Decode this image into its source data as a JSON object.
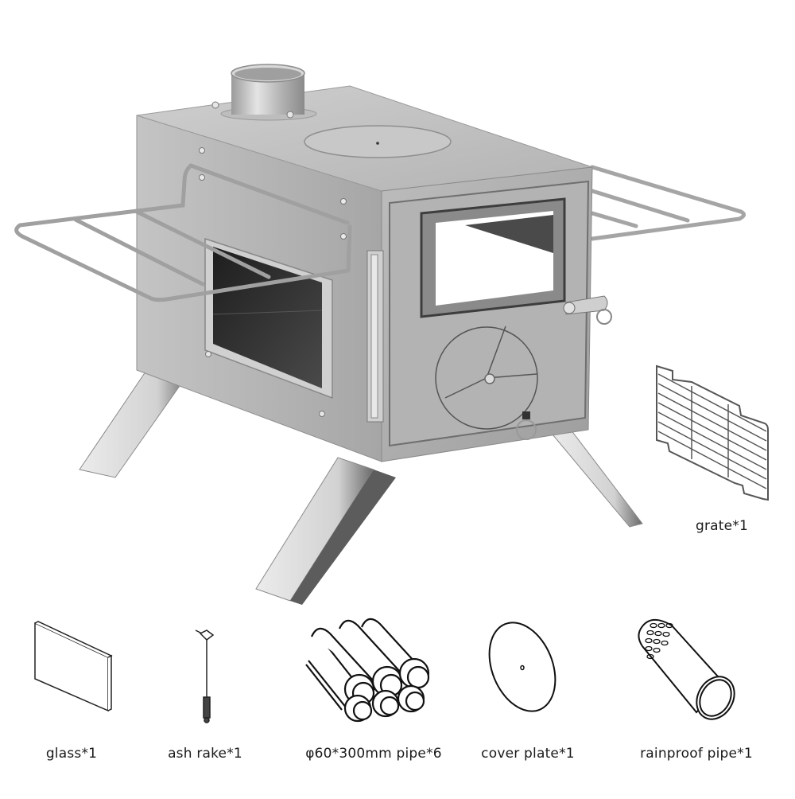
{
  "product": {
    "name": "tent stove",
    "parts": {
      "chimney_collar": "chimney-collar",
      "cooktop_lid": "cooktop-lid",
      "side_shelf_left": "side-shelf-rack",
      "side_shelf_right": "side-shelf-rack",
      "side_window": "side-glass-window",
      "door_window": "door-glass-window",
      "air_damper": "rotary-air-damper",
      "legs": 4
    }
  },
  "accessories": [
    {
      "id": "grate",
      "label": "grate*1",
      "icon": "grate-icon"
    },
    {
      "id": "glass",
      "label": "glass*1",
      "icon": "glass-panel-icon"
    },
    {
      "id": "ash_rake",
      "label": "ash rake*1",
      "icon": "ash-rake-icon"
    },
    {
      "id": "pipe",
      "label": "φ60*300mm pipe*6",
      "icon": "pipe-bundle-icon"
    },
    {
      "id": "cover_plate",
      "label": "cover plate*1",
      "icon": "cover-plate-icon"
    },
    {
      "id": "rainproof_pipe",
      "label": "rainproof pipe*1",
      "icon": "rainproof-pipe-icon"
    }
  ],
  "colors": {
    "background": "#ffffff",
    "steel_light": "#c9c9c9",
    "steel_mid": "#a9a9a9",
    "steel_dark": "#7d7d7d",
    "glass_dark": "#2b2b2b",
    "line_art": "#111111",
    "text": "#1a1a1a"
  }
}
